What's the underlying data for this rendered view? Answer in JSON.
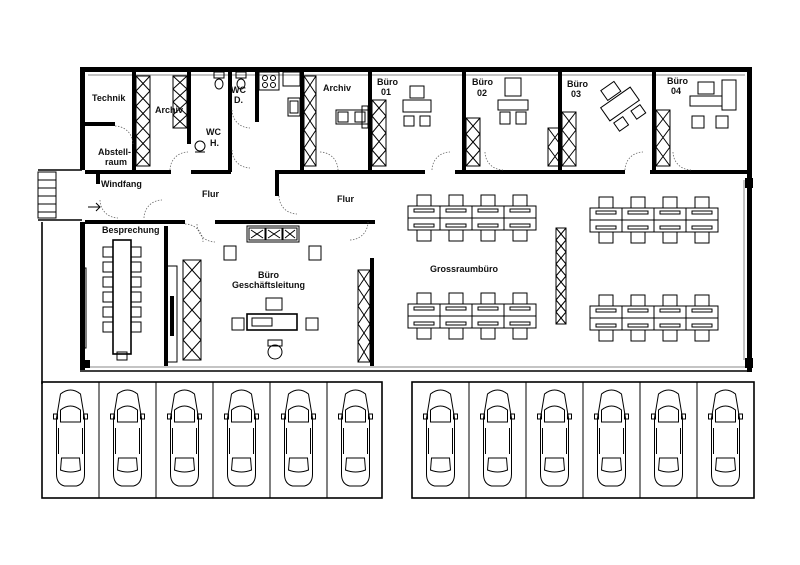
{
  "plan": {
    "rooms": {
      "technik": "Technik",
      "archiv_west": "Archiv",
      "wc_herren_line1": "WC",
      "wc_herren_line2": "H.",
      "wc_damen_line1": "WC",
      "wc_damen_line2": "D.",
      "archiv_ost": "Archiv",
      "buero01_line1": "Büro",
      "buero01_line2": "01",
      "buero02_line1": "Büro",
      "buero02_line2": "02",
      "buero03_line1": "Büro",
      "buero03_line2": "03",
      "buero04_line1": "Büro",
      "buero04_line2": "04",
      "abstellraum_line1": "Abstell-",
      "abstellraum_line2": "raum",
      "windfang": "Windfang",
      "flur_west": "Flur",
      "flur_ost": "Flur",
      "besprechung": "Besprechung",
      "gf_line1": "Büro",
      "gf_line2": "Geschäftsleitung",
      "grossraum": "Grossraumbüro"
    },
    "parking": {
      "left_row_count": 6,
      "right_row_count": 6
    },
    "open_office": {
      "desk_clusters": 4,
      "desks_per_row": 4
    }
  }
}
